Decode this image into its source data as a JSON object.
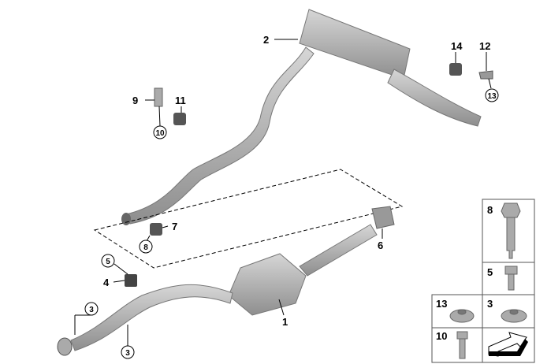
{
  "callouts": {
    "c1": "1",
    "c2": "2",
    "c3a": "3",
    "c3b": "3",
    "c4": "4",
    "c5": "5",
    "c6": "6",
    "c7": "7",
    "c8": "8",
    "c9": "9",
    "c10": "10",
    "c11": "11",
    "c12": "12",
    "c13": "13",
    "c14": "14"
  },
  "legend_table": {
    "cells": [
      "8",
      "5",
      "13",
      "3",
      "10"
    ]
  },
  "colors": {
    "part": "#b5b5b5",
    "part_dark": "#8c8c8c",
    "line": "#000000"
  }
}
